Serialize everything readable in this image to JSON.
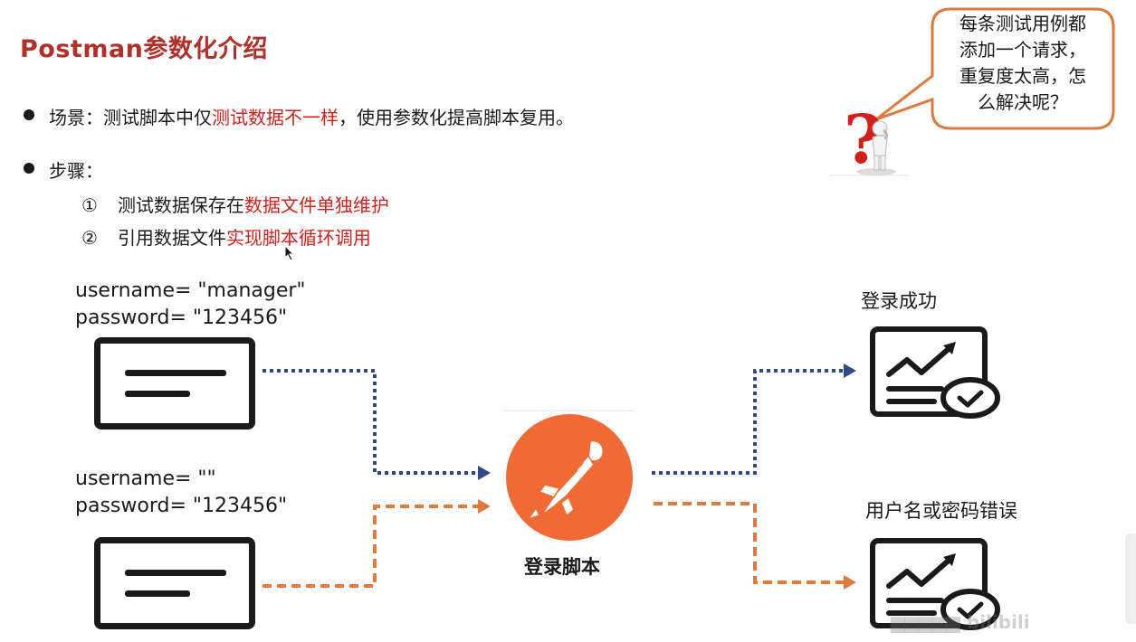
{
  "title": "Postman参数化介绍",
  "scene": {
    "prefix": "场景：测试脚本中仅",
    "highlight": "测试数据不一样",
    "suffix": "，使用参数化提高脚本复用。"
  },
  "steps": {
    "label": "步骤：",
    "items": [
      {
        "num": "①",
        "text": "测试数据保存在",
        "highlight": "数据文件单独维护"
      },
      {
        "num": "②",
        "text": "引用数据文件",
        "highlight": "实现脚本循环调用"
      }
    ]
  },
  "cred1": {
    "line1": "username= \"manager\"",
    "line2": "password= \"123456\""
  },
  "cred2": {
    "line1": "username= \"\"",
    "line2": "password= \"123456\""
  },
  "script_label": "登录脚本",
  "result_success": "登录成功",
  "result_error": "用户名或密码错误",
  "bubble": {
    "line1": "每条测试用例都",
    "line2": "添加一个请求，",
    "line3": "重复度太高，怎",
    "line4": "么解决呢？"
  },
  "colors": {
    "title": "#b0302b",
    "highlight": "#d0201c",
    "blue_path": "#2f4a86",
    "orange_path": "#e07a3c",
    "postman": "#ef6a34"
  },
  "icons": [
    "data-file-icon",
    "postman-logo-icon",
    "chart-check-icon",
    "question-person-icon"
  ]
}
